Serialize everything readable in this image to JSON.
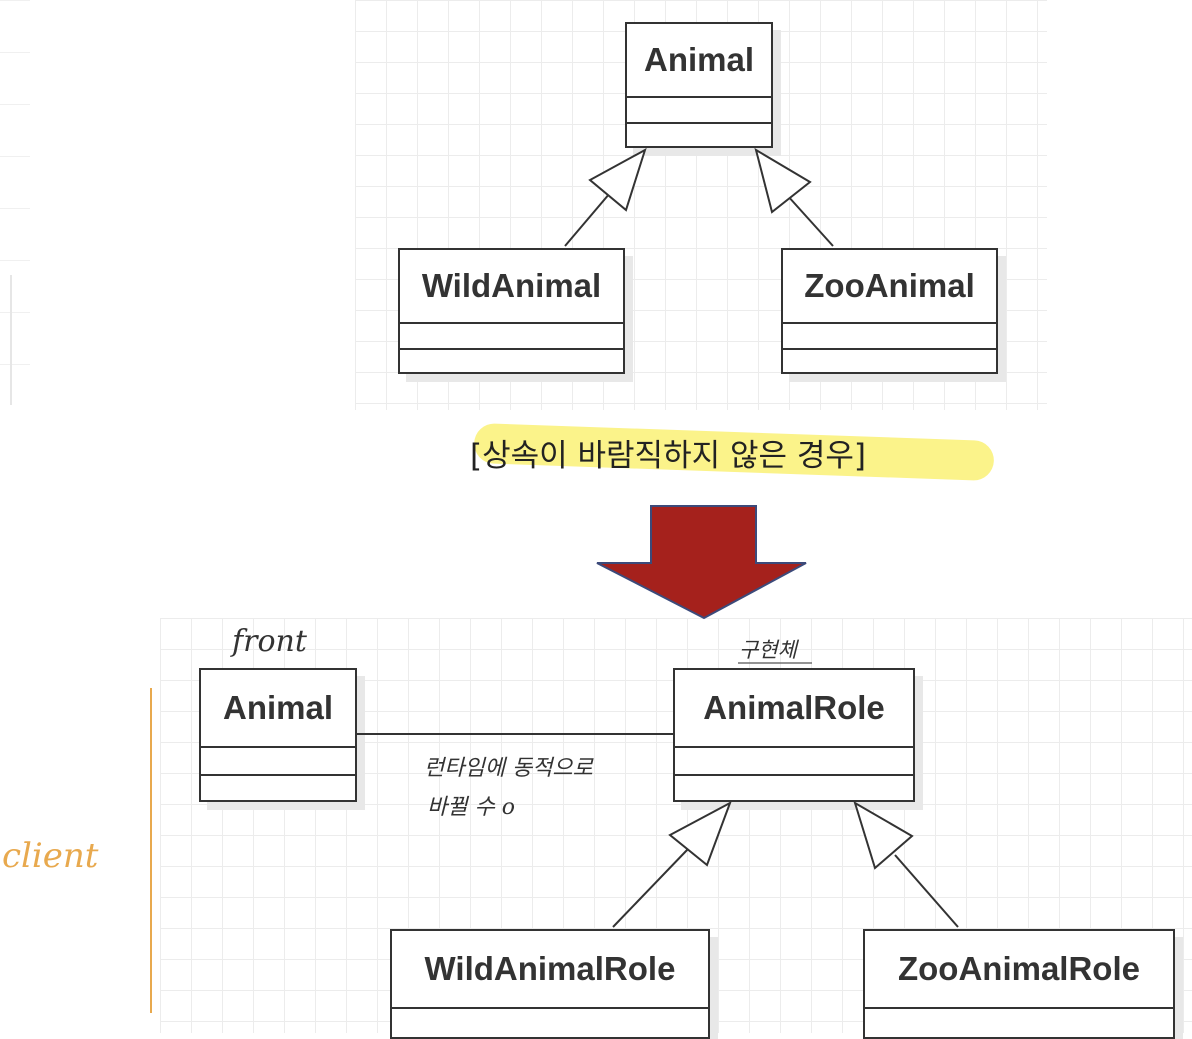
{
  "top_diagram": {
    "classes": [
      {
        "id": "animal",
        "name": "Animal"
      },
      {
        "id": "wild-animal",
        "name": "WildAnimal"
      },
      {
        "id": "zoo-animal",
        "name": "ZooAnimal"
      }
    ]
  },
  "caption": "[상속이 바람직하지 않은 경우]",
  "bottom_diagram": {
    "classes": [
      {
        "id": "animal",
        "name": "Animal"
      },
      {
        "id": "animal-role",
        "name": "AnimalRole"
      },
      {
        "id": "wild-animal-role",
        "name": "WildAnimalRole"
      },
      {
        "id": "zoo-animal-role",
        "name": "ZooAnimalRole"
      }
    ],
    "annotations": {
      "front": "front",
      "implementation": "구현체",
      "runtime_line1": "런타임에 동적으로",
      "runtime_line2": "바뀔 수 o",
      "client": "client"
    }
  },
  "colors": {
    "arrow_red": "#a5211c",
    "arrow_outline": "#3c4a7a",
    "highlight": "#fbf38a",
    "client_orange": "#e8a94e"
  }
}
